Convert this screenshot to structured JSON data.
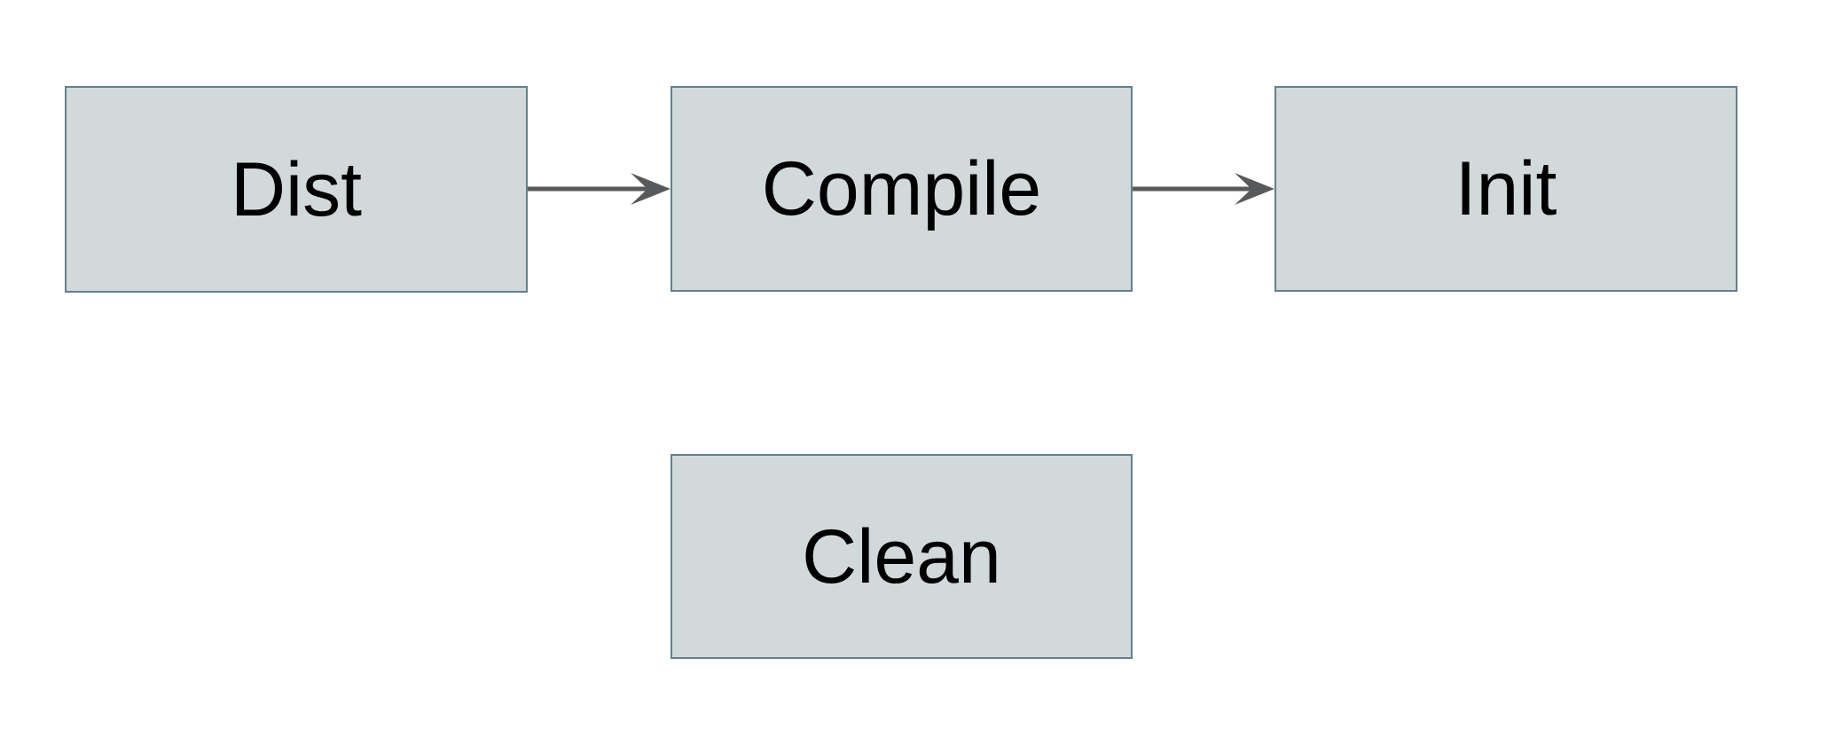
{
  "diagram": {
    "background_color": "#ffffff",
    "node_fill_color": "#d2d9db",
    "node_border_color": "#64808c",
    "arrow_color": "#58595b",
    "text_color": "#000000",
    "nodes": [
      {
        "id": "dist",
        "label": "Dist"
      },
      {
        "id": "compile",
        "label": "Compile"
      },
      {
        "id": "init",
        "label": "Init"
      },
      {
        "id": "clean",
        "label": "Clean"
      }
    ],
    "edges": [
      {
        "from": "Dist",
        "to": "Compile",
        "direction": "right"
      },
      {
        "from": "Compile",
        "to": "Init",
        "direction": "right"
      }
    ]
  }
}
